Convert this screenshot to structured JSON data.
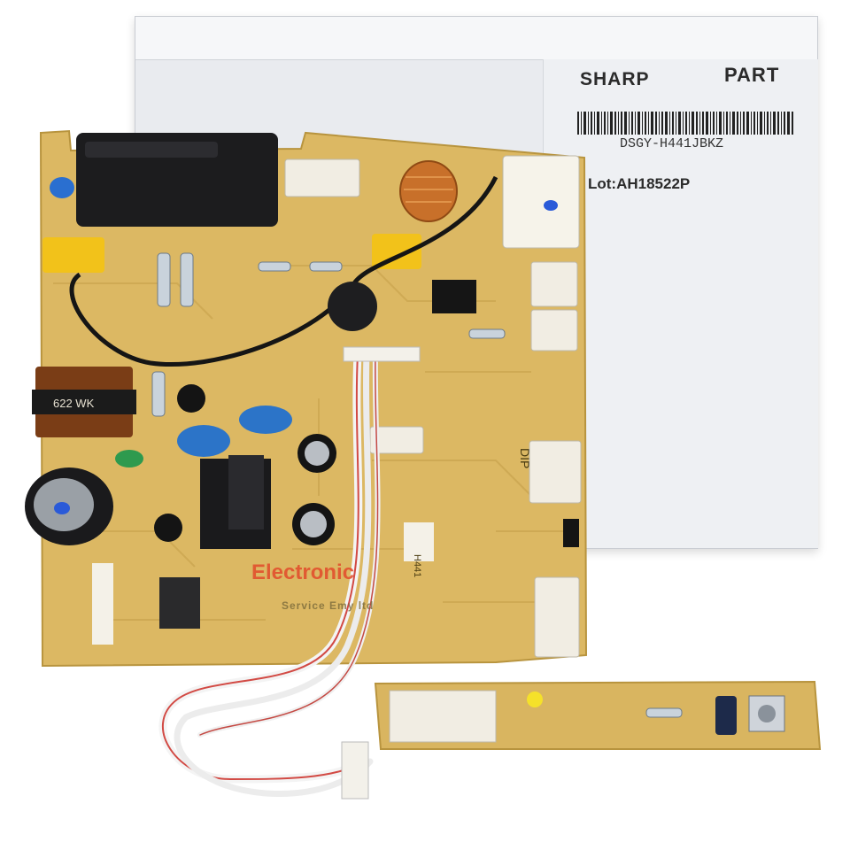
{
  "box": {
    "brand": "SHARP",
    "part": "PART",
    "code": "DSGY-H441JBKZ",
    "lot": "Lot:AH18522P"
  },
  "board": {
    "choke_marking": "622 WK",
    "chip_marking": "H441",
    "connector_label": "DIP"
  },
  "watermark": {
    "line1": "Electronic",
    "line2": "Service Emy ltd"
  },
  "colors": {
    "pcb": "#d9b560",
    "box": "#e9ebef",
    "relay": "#1c1c1e"
  }
}
